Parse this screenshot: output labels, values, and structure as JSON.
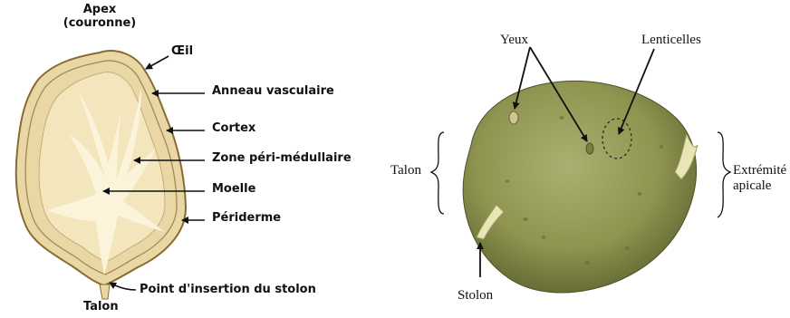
{
  "left_diagram": {
    "apex_line1": "Apex",
    "apex_line2": "(couronne)",
    "labels": {
      "oeil": "Œil",
      "anneau": "Anneau vasculaire",
      "cortex": "Cortex",
      "zone": "Zone péri-médullaire",
      "moelle": "Moelle",
      "periderme": "Périderme",
      "point_insertion": "Point d'insertion du stolon"
    },
    "talon": "Talon",
    "colors": {
      "skin_fill": "#e9d7a6",
      "skin_stroke": "#8a6b2f",
      "cortex_line": "#a48a54",
      "medulla_fill": "#fbf4db"
    }
  },
  "right_photo": {
    "labels": {
      "yeux": "Yeux",
      "lenticelles": "Lenticelles",
      "talon": "Talon",
      "extremite_line1": "Extrémité",
      "extremite_line2": "apicale",
      "stolon": "Stolon"
    },
    "colors": {
      "tuber_light": "#aab071",
      "tuber_mid": "#8f9450",
      "tuber_dark": "#5e6430"
    }
  }
}
